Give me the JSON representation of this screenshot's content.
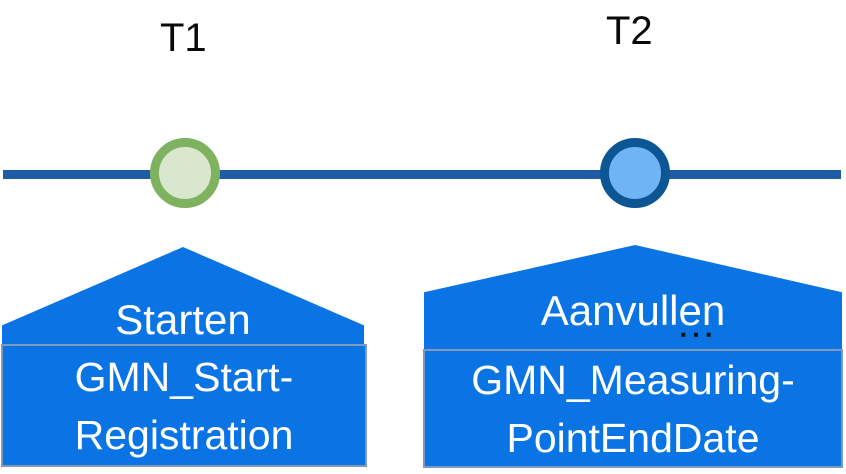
{
  "diagram": {
    "title": "Timeline with two registration events",
    "timeline": {
      "t1_label": "T1",
      "t2_label": "T2"
    },
    "events": [
      {
        "time_label": "T1",
        "marker_ring_color": "#7FB25F",
        "marker_fill_color": "#D9E7CF",
        "action_label": "Starten",
        "box_lines": [
          "GMN_Start-",
          "Registration"
        ]
      },
      {
        "time_label": "T2",
        "marker_ring_color": "#0D5694",
        "marker_fill_color": "#6FB5F4",
        "action_label": "Aanvullen",
        "ellipsis": "…",
        "box_lines": [
          "GMN_Measuring-",
          "PointEndDate"
        ]
      }
    ],
    "colors": {
      "timeline_line": "#1E5CA6",
      "callout_fill": "#0B74E4",
      "callout_border": "#8199B8",
      "callout_text": "#FFFFFF",
      "label_text": "#0A0A0A"
    }
  }
}
